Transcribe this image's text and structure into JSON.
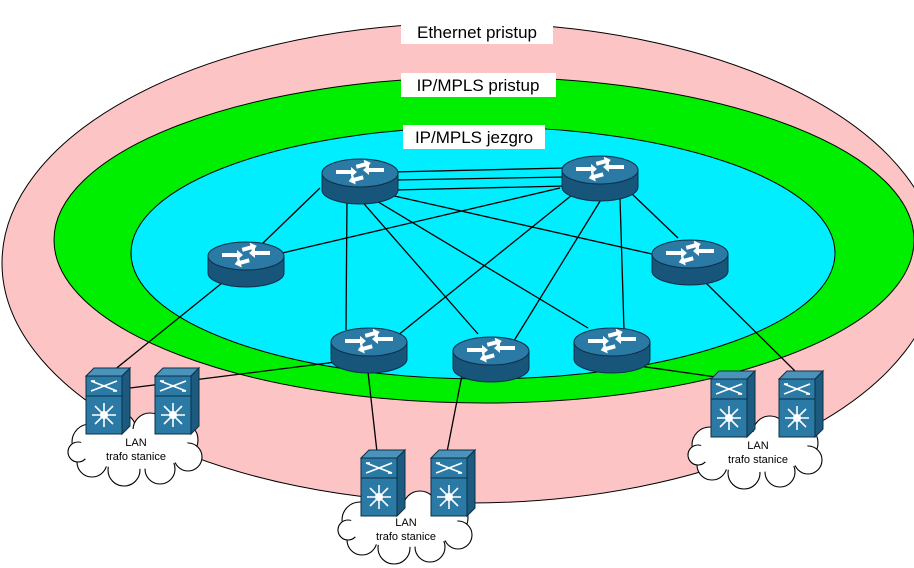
{
  "rings": {
    "outer_label": "Ethernet pristup",
    "middle_label": "IP/MPLS pristup",
    "inner_label": "IP/MPLS jezgro"
  },
  "clusters": [
    {
      "line1": "LAN",
      "line2": "trafo stanice"
    },
    {
      "line1": "LAN",
      "line2": "trafo stanice"
    },
    {
      "line1": "LAN",
      "line2": "trafo stanice"
    }
  ],
  "colors": {
    "outer": "#fcc4c4",
    "middle": "#00ee00",
    "inner": "#00eeff",
    "router": "#236f96"
  }
}
